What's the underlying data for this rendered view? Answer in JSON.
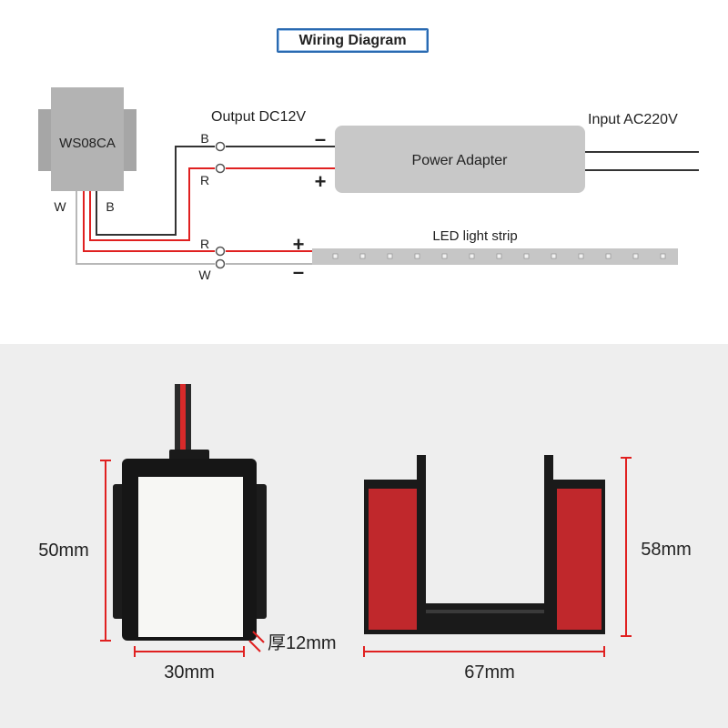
{
  "title": "Wiring Diagram",
  "wiring": {
    "module_label": "WS08CA",
    "module_pins": {
      "w": "W",
      "b": "B"
    },
    "output_label": "Output DC12V",
    "input_label": "Input AC220V",
    "adapter_label": "Power Adapter",
    "strip_label": "LED light strip",
    "terminals": {
      "b": "B",
      "r_top": "R",
      "r_bottom": "R",
      "w": "W"
    },
    "polarity": {
      "adapter_minus": "–",
      "adapter_plus": "+",
      "strip_plus": "+",
      "strip_minus": "–"
    },
    "wire_colors": {
      "black": "#333333",
      "red": "#e02020",
      "white": "#b8b8b8"
    }
  },
  "dimensions": {
    "height_left": "50mm",
    "width_left": "30mm",
    "thickness": "厚12mm",
    "height_right": "58mm",
    "width_right": "67mm"
  },
  "colors": {
    "title_border": "#2a6ab1",
    "dimension_lines": "#e02020",
    "tape_red": "#c0282c"
  }
}
